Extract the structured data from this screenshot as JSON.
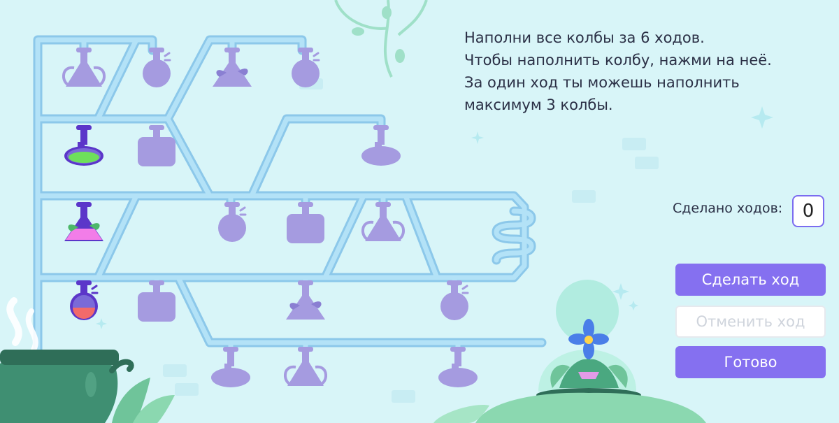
{
  "instructions": {
    "line1": "Наполни все колбы за 6 ходов.",
    "line2": "Чтобы наполнить колбу, нажми на неё.",
    "line3": "За один ход ты можешь наполнить",
    "line4": "максимум 3 колбы."
  },
  "moves": {
    "label": "Сделано ходов:",
    "value": "0"
  },
  "buttons": {
    "make_move": "Сделать ход",
    "undo_move": "Отменить ход",
    "done": "Готово"
  },
  "colors": {
    "background": "#d8f5f8",
    "pipe": "#a6d9f4",
    "flask": "#a59be0",
    "accent": "#8570f0",
    "green_liquid": "#6ee05b",
    "pink_liquid": "#f27de8",
    "red_liquid": "#f26a6a"
  },
  "flasks": [
    {
      "id": "f-1-1",
      "shape": "amphora",
      "fill": "empty"
    },
    {
      "id": "f-1-2",
      "shape": "round",
      "fill": "empty"
    },
    {
      "id": "f-1-3",
      "shape": "leafy",
      "fill": "empty"
    },
    {
      "id": "f-1-4",
      "shape": "round",
      "fill": "empty"
    },
    {
      "id": "f-2-1",
      "shape": "wide-oval",
      "fill": "green"
    },
    {
      "id": "f-2-2",
      "shape": "square",
      "fill": "empty"
    },
    {
      "id": "f-2-3",
      "shape": "wide-oval",
      "fill": "empty"
    },
    {
      "id": "f-3-1",
      "shape": "leafy",
      "fill": "pink"
    },
    {
      "id": "f-3-2",
      "shape": "round",
      "fill": "empty"
    },
    {
      "id": "f-3-3",
      "shape": "square",
      "fill": "empty"
    },
    {
      "id": "f-3-4",
      "shape": "amphora",
      "fill": "empty"
    },
    {
      "id": "f-4-1",
      "shape": "round",
      "fill": "red"
    },
    {
      "id": "f-4-2",
      "shape": "square",
      "fill": "empty"
    },
    {
      "id": "f-4-3",
      "shape": "leafy",
      "fill": "empty"
    },
    {
      "id": "f-4-4",
      "shape": "round",
      "fill": "empty"
    },
    {
      "id": "f-5-1",
      "shape": "wide-oval",
      "fill": "empty"
    },
    {
      "id": "f-5-2",
      "shape": "amphora",
      "fill": "empty"
    },
    {
      "id": "f-5-3",
      "shape": "wide-oval",
      "fill": "empty"
    }
  ]
}
